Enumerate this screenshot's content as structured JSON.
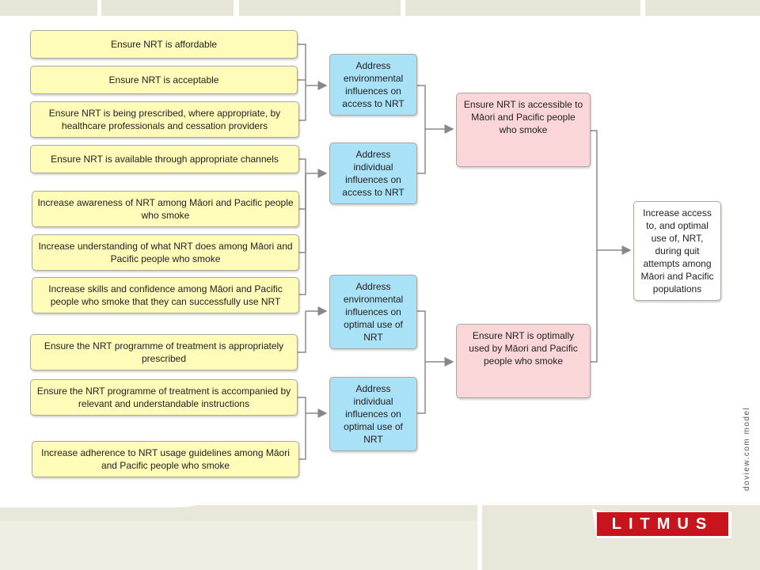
{
  "diagram": {
    "activities": [
      "Ensure NRT is affordable",
      "Ensure NRT is acceptable",
      "Ensure NRT is being prescribed, where appropriate, by healthcare professionals and cessation providers",
      "Ensure NRT is available through appropriate channels",
      "Increase awareness of NRT among Māori and Pacific people who smoke",
      "Increase understanding of what NRT does among Māori and Pacific people who smoke",
      "Increase skills and confidence among Māori and Pacific people who smoke that they can successfully use NRT",
      "Ensure the NRT programme of treatment is appropriately prescribed",
      "Ensure the NRT programme of treatment is accompanied by relevant and understandable instructions",
      "Increase adherence to NRT usage guidelines among Māori and Pacific people who smoke"
    ],
    "influences": [
      "Address environmental influences on access to NRT",
      "Address individual influences on access to NRT",
      "Address environmental influences on optimal use of NRT",
      "Address individual influences on optimal use of NRT"
    ],
    "outcomes": [
      "Ensure NRT is accessible to Māori and Pacific people who smoke",
      "Ensure NRT is optimally used by Māori and Pacific people who smoke"
    ],
    "goal": "Increase access to, and optimal use of, NRT, during quit attempts among Māori and Pacific populations"
  },
  "watermark": "doview.com model",
  "logo": "LITMUS",
  "colors": {
    "activity": "#fffbb8",
    "influence": "#a9e1f7",
    "outcome": "#fbd6d8",
    "goal": "#ffffff",
    "logo": "#c8141c"
  }
}
